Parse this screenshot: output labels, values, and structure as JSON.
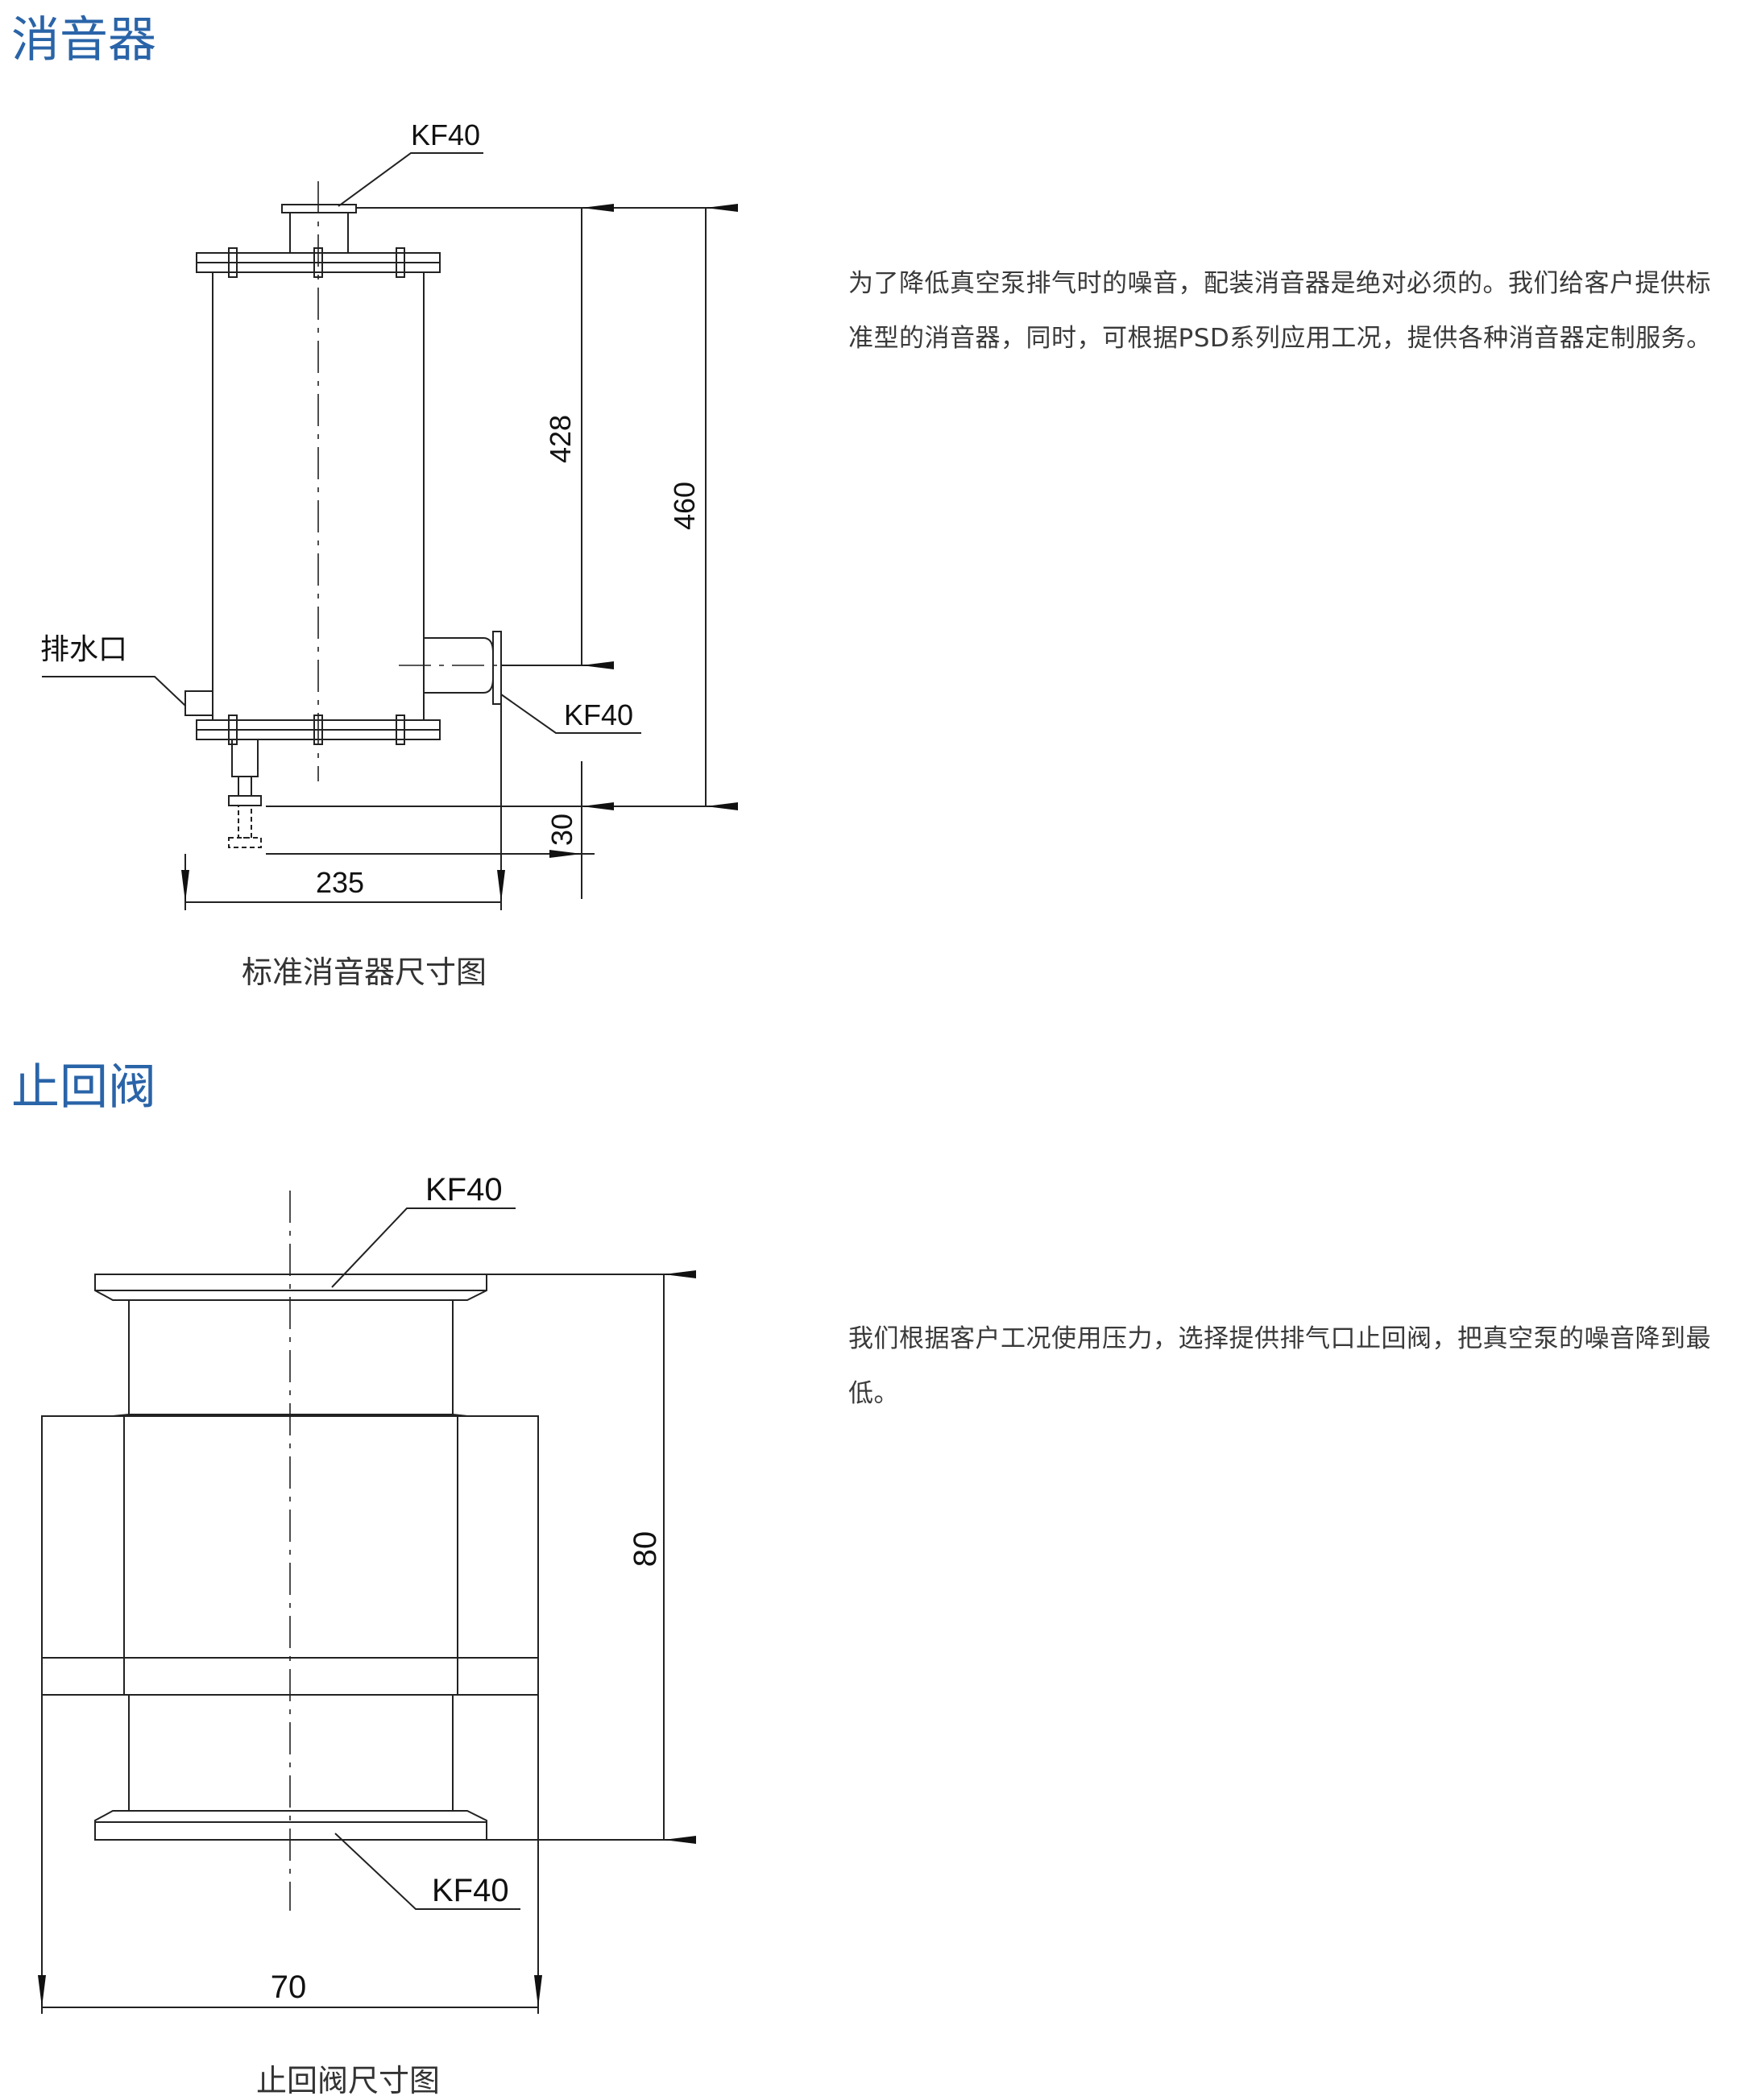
{
  "sections": [
    {
      "title": "消音器",
      "description": "为了降低真空泵排气时的噪音，配装消音器是绝对必须的。我们给客户提供标准型的消音器，同时，可根据PSD系列应用工况，提供各种消音器定制服务。",
      "caption": "标准消音器尺寸图",
      "labels": {
        "top_port": "KF40",
        "side_port": "KF40",
        "drain": "排水口",
        "dim_height_inner": "428",
        "dim_height_total": "460",
        "dim_bottom": "30",
        "dim_width": "235"
      }
    },
    {
      "title": "止回阀",
      "description": "我们根据客户工况使用压力，选择提供排气口止回阀，把真空泵的噪音降到最低。",
      "caption": "止回阀尺寸图",
      "labels": {
        "top_port": "KF40",
        "bottom_port": "KF40",
        "dim_height": "80",
        "dim_width": "70"
      }
    }
  ],
  "colors": {
    "title": "#2a64a8",
    "line": "#222222"
  }
}
